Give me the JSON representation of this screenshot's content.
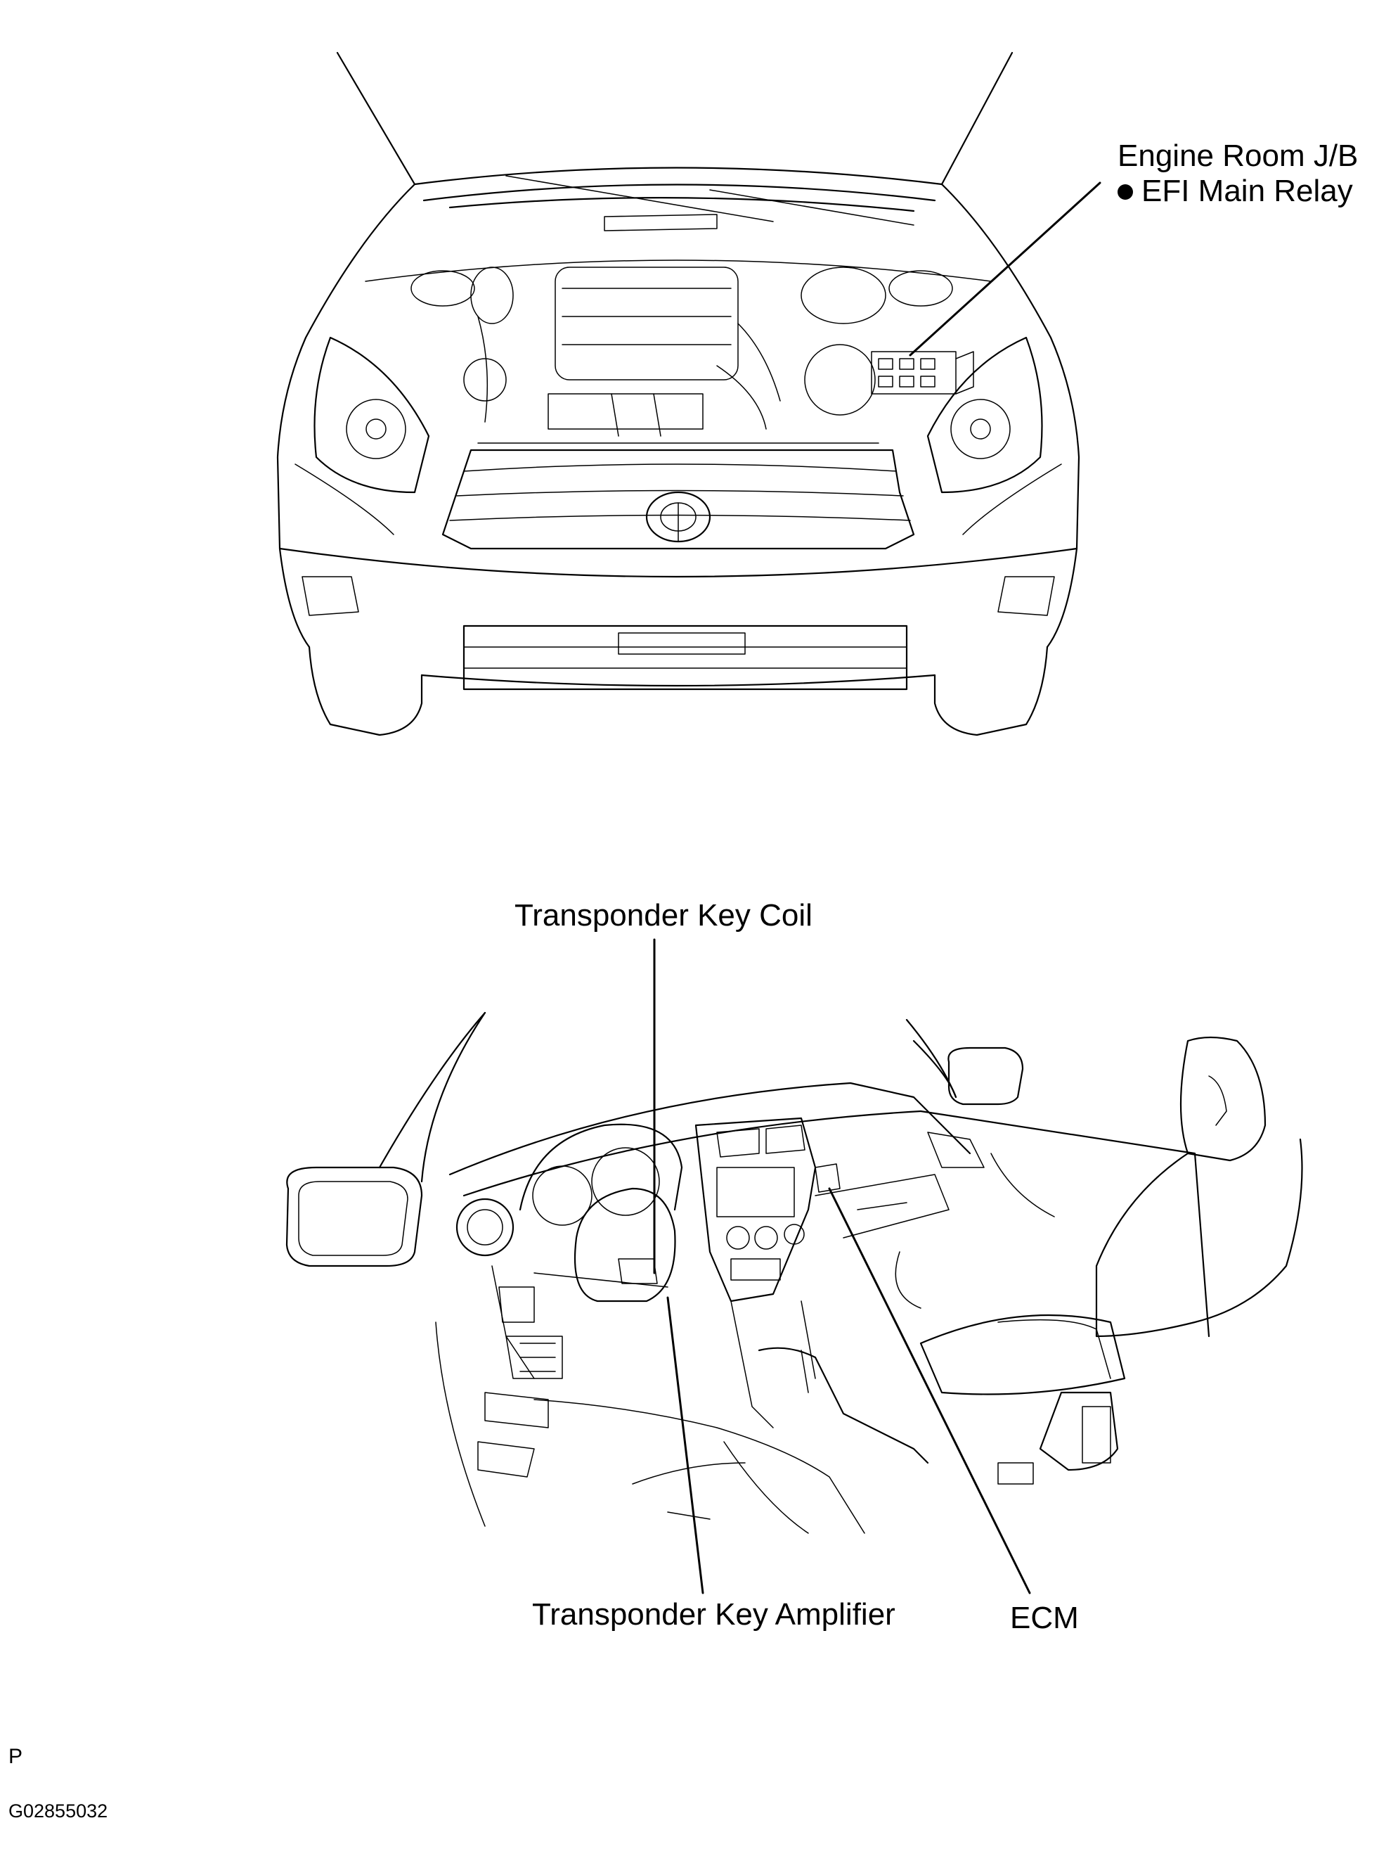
{
  "labels": {
    "engine_room_jb": "Engine Room J/B",
    "efi_main_relay": "EFI Main Relay",
    "transponder_key_coil": "Transponder Key Coil",
    "transponder_key_amplifier": "Transponder Key Amplifier",
    "ecm": "ECM"
  },
  "footer": {
    "letter": "P",
    "figure_code": "G02855032"
  },
  "colors": {
    "line": "#000000",
    "background": "#ffffff"
  }
}
